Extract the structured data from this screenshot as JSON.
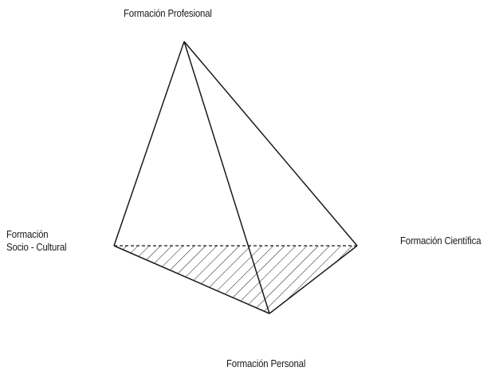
{
  "diagram": {
    "labels": {
      "top": "Formación Profesional",
      "left_line1": "Formación",
      "left_line2": "Socio - Cultural",
      "right": "Formación Científica",
      "bottom": "Formación Personal"
    },
    "colors": {
      "stroke": "#1a1a1a",
      "background": "#ffffff"
    }
  }
}
